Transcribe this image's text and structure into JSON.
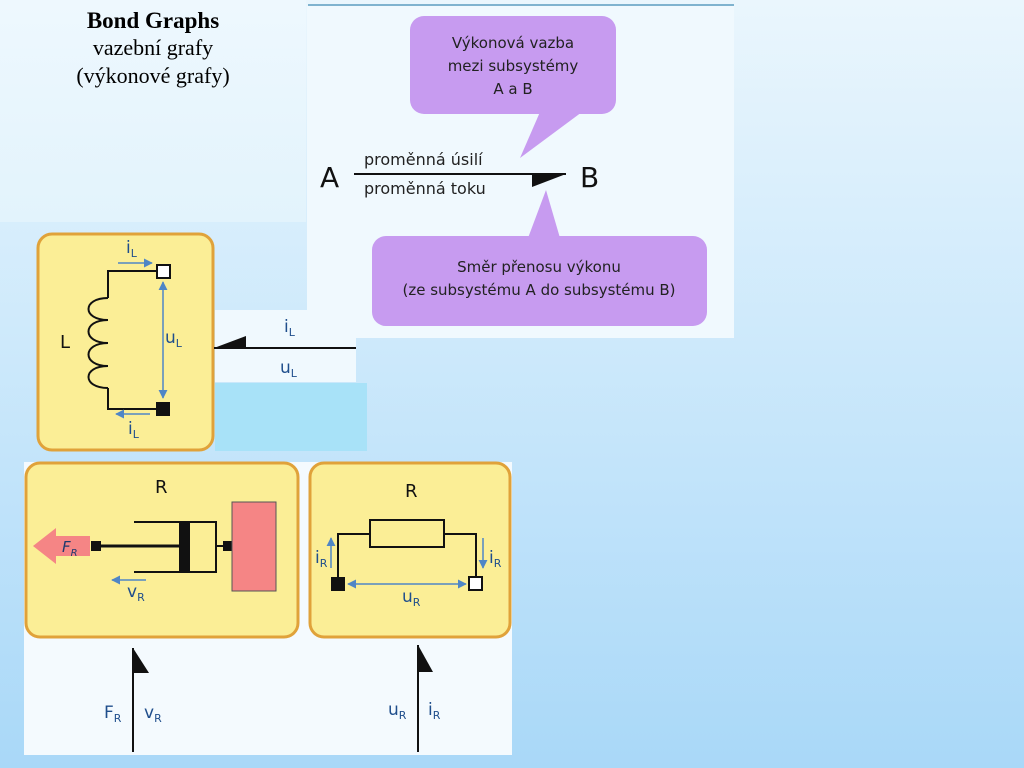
{
  "title": {
    "main": "Bond Graphs",
    "line2": "vazební grafy",
    "line3": "(výkonové grafy)"
  },
  "bond_diagram": {
    "node_a": "A",
    "node_b": "B",
    "effort_label": "proměnná úsilí",
    "flow_label": "proměnná toku",
    "callout_top": [
      "Výkonová vazba",
      "mezi subsystémy",
      "A a B"
    ],
    "callout_bottom": [
      "Směr přenosu výkonu",
      "(ze subsystému A do subsystému B)"
    ]
  },
  "inductor_panel": {
    "component": "L",
    "current_main": "i",
    "current_sub": "L",
    "voltage_main": "u",
    "voltage_sub": "L"
  },
  "inductor_bond": {
    "top_main": "i",
    "top_sub": "L",
    "bottom_main": "u",
    "bottom_sub": "L"
  },
  "damper_panel": {
    "component": "R",
    "force_main": "F",
    "force_sub": "R",
    "velocity_main": "v",
    "velocity_sub": "R"
  },
  "resistor_panel": {
    "component": "R",
    "current_main": "i",
    "current_sub": "R",
    "voltage_main": "u",
    "voltage_sub": "R"
  },
  "damper_bond": {
    "left_main": "F",
    "left_sub": "R",
    "right_main": "v",
    "right_sub": "R"
  },
  "resistor_bond": {
    "left_main": "u",
    "left_sub": "R",
    "right_main": "i",
    "right_sub": "R"
  },
  "colors": {
    "panel_fill": "#fbee96",
    "panel_border": "#e0a23a",
    "callout_fill": "#c79bf0",
    "damper_mass": "#f58585",
    "force_arrow": "#f58585",
    "label_blue": "#1f4e8c",
    "arrow_blue": "#4f86c6",
    "white_panel": "#f0f9fe",
    "cyan_patch": "#a8e2f8"
  }
}
